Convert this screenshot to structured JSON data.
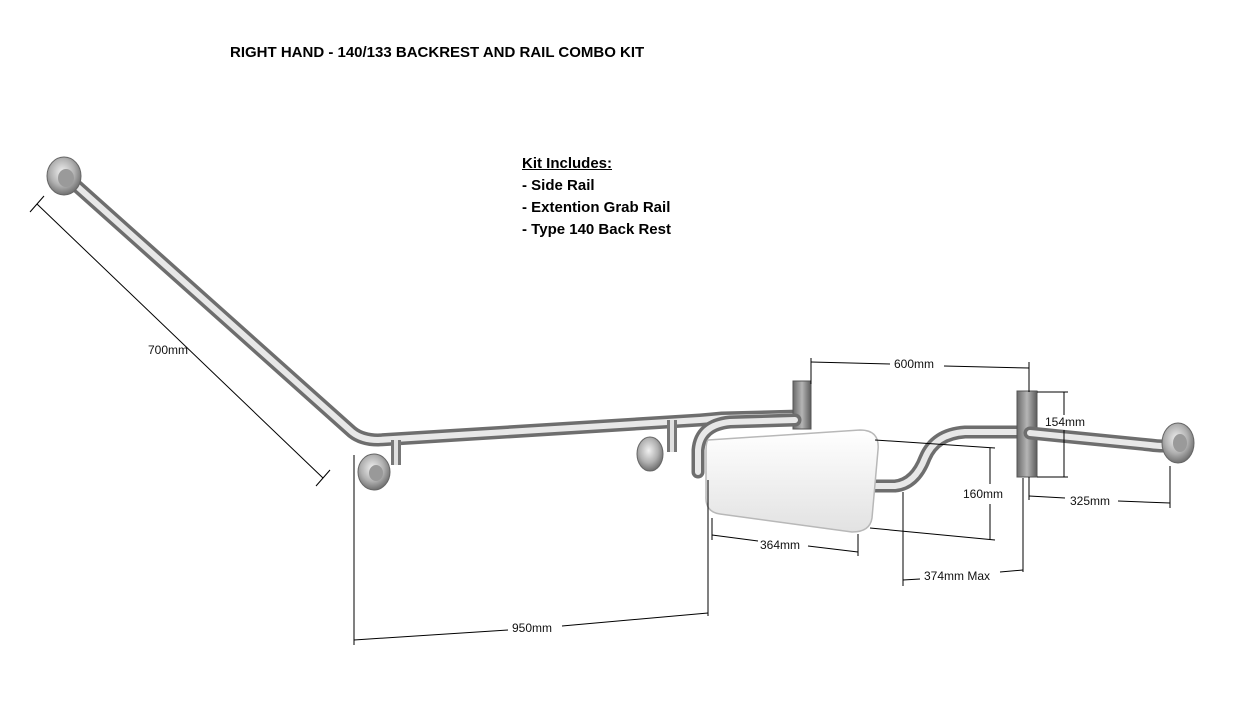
{
  "title": "RIGHT HAND - 140/133 BACKREST AND RAIL COMBO KIT",
  "kit": {
    "heading": "Kit Includes:",
    "items": [
      "Side Rail",
      "Extention Grab Rail",
      "Type 140 Back Rest"
    ]
  },
  "dimensions": {
    "d700": "700mm",
    "d600": "600mm",
    "d154": "154mm",
    "d160": "160mm",
    "d325": "325mm",
    "d364": "364mm",
    "d374": "374mm Max",
    "d950": "950mm"
  },
  "colors": {
    "steel_light": "#e6e6e6",
    "steel_dark": "#7a7a7a",
    "cushion": "#f4f4f4"
  }
}
